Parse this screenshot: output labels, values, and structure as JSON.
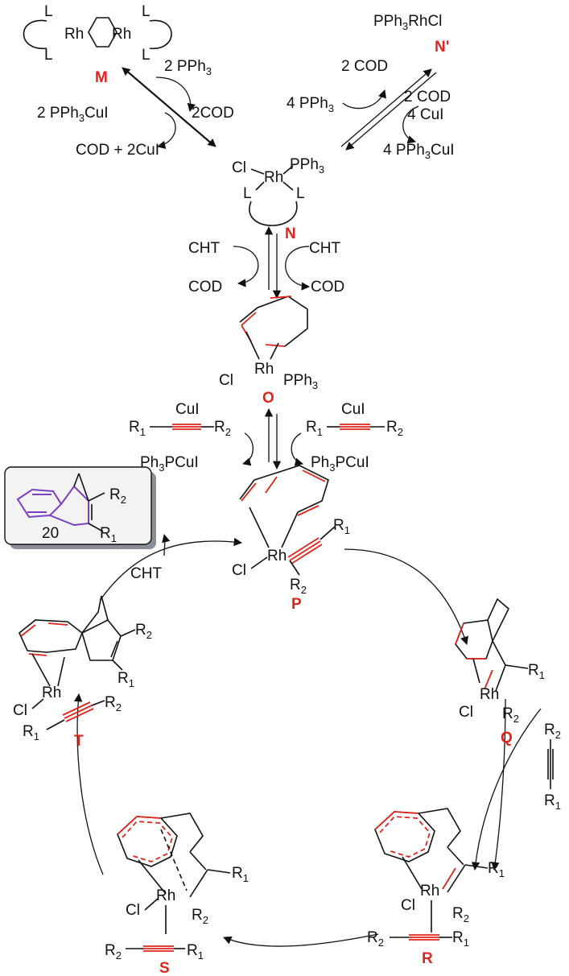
{
  "colors": {
    "ink": "#111111",
    "accent": "#e0231b",
    "product": "#7b3fc4",
    "box_bg": "#f3f3f3",
    "box_shadow": "#8a8f99"
  },
  "labels": {
    "M": "M",
    "N_prime": "N'",
    "N": "N",
    "O": "O",
    "P": "P",
    "Q": "Q",
    "R": "R",
    "S": "S",
    "T": "T",
    "product": "20"
  },
  "text": {
    "L": "L",
    "Rh": "Rh",
    "Cl": "Cl",
    "PPh": "PPh",
    "three": "3",
    "PPh3RhCl_a": "PPh",
    "PPh3RhCl_b": "RhCl",
    "two_pph3_a": "2 PPh",
    "two_cod": "2COD",
    "two_pph3cui_a": "2 PPh",
    "two_pph3cui_b": "CuI",
    "cod_plus_cui": "COD + 2CuI",
    "two_cod_sp": "2 COD",
    "four_pph3_a": "4 PPh",
    "four_cui": "4 CuI",
    "four_pph3cui_a": "4 PPh",
    "four_pph3cui_b": "CuI",
    "CHT": "CHT",
    "COD": "COD",
    "CuI": "CuI",
    "Ph3PCuI_a": "Ph",
    "Ph3PCuI_b": "PCuI",
    "R": "R",
    "one": "1",
    "two": "2"
  }
}
